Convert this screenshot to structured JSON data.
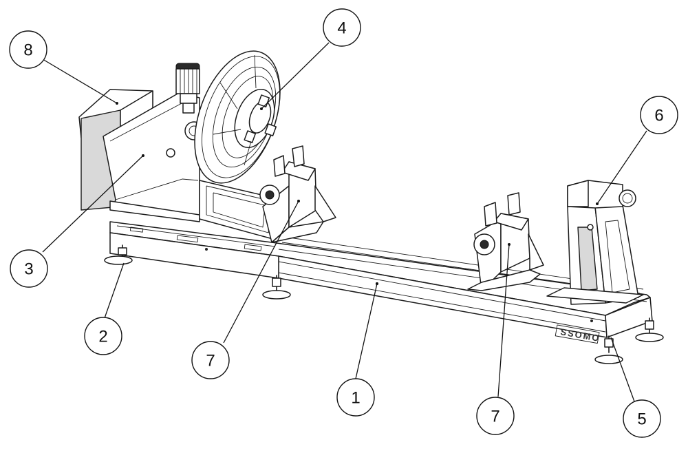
{
  "figure": {
    "brand_logo_text": "SSOMO",
    "callouts": [
      {
        "id": "c1",
        "number": "1"
      },
      {
        "id": "c2",
        "number": "2"
      },
      {
        "id": "c3",
        "number": "3"
      },
      {
        "id": "c4",
        "number": "4"
      },
      {
        "id": "c5",
        "number": "5"
      },
      {
        "id": "c6",
        "number": "6"
      },
      {
        "id": "c7a",
        "number": "7"
      },
      {
        "id": "c7b",
        "number": "7"
      },
      {
        "id": "c8",
        "number": "8"
      }
    ]
  }
}
